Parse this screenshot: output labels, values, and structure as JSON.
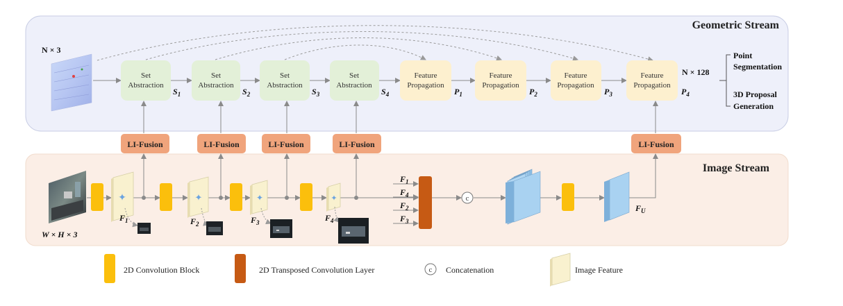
{
  "geometric_stream": {
    "title": "Geometric Stream",
    "input_label": "N × 3",
    "set_abstraction": [
      {
        "label_line1": "Set",
        "label_line2": "Abstraction",
        "output": "S",
        "sub": "1"
      },
      {
        "label_line1": "Set",
        "label_line2": "Abstraction",
        "output": "S",
        "sub": "2"
      },
      {
        "label_line1": "Set",
        "label_line2": "Abstraction",
        "output": "S",
        "sub": "3"
      },
      {
        "label_line1": "Set",
        "label_line2": "Abstraction",
        "output": "S",
        "sub": "4"
      }
    ],
    "feature_propagation": [
      {
        "label_line1": "Feature",
        "label_line2": "Propagation",
        "output": "P",
        "sub": "1"
      },
      {
        "label_line1": "Feature",
        "label_line2": "Propagation",
        "output": "P",
        "sub": "2"
      },
      {
        "label_line1": "Feature",
        "label_line2": "Propagation",
        "output": "P",
        "sub": "3"
      },
      {
        "label_line1": "Feature",
        "label_line2": "Propagation",
        "output": "P",
        "sub": "4"
      }
    ],
    "output_label": "N × 128",
    "outputs": [
      {
        "line1": "Point",
        "line2": "Segmentation"
      },
      {
        "line1": "3D  Proposal",
        "line2": "Generation"
      }
    ]
  },
  "li_fusion": [
    "LI-Fusion",
    "LI-Fusion",
    "LI-Fusion",
    "LI-Fusion",
    "LI-Fusion"
  ],
  "image_stream": {
    "title": "Image Stream",
    "input_label": "W × H × 3",
    "features": [
      {
        "sym": "F",
        "sub": "1"
      },
      {
        "sym": "F",
        "sub": "2"
      },
      {
        "sym": "F",
        "sub": "3"
      },
      {
        "sym": "F",
        "sub": "4"
      }
    ],
    "concat_inputs": [
      {
        "sym": "F",
        "sub": "1"
      },
      {
        "sym": "F",
        "sub": "4"
      },
      {
        "sym": "F",
        "sub": "2"
      },
      {
        "sym": "F",
        "sub": "3"
      }
    ],
    "concat_symbol": "c",
    "final_feature": {
      "sym": "F",
      "sub": "U"
    }
  },
  "legend": [
    {
      "label": "2D Convolution Block"
    },
    {
      "label": "2D Transposed Convolution Layer"
    },
    {
      "label": "Concatenation"
    },
    {
      "label": "Image Feature"
    }
  ],
  "colors": {
    "geometric_bg": "#eef0fa",
    "image_bg": "#fbeee6",
    "set_abstraction": "#e3f0d8",
    "feature_propagation": "#fdf0cf",
    "li_fusion": "#f0a47c",
    "conv_block": "#fbbf0c",
    "transposed_conv": "#c65a14",
    "feature_map": "#a9d2f1"
  }
}
